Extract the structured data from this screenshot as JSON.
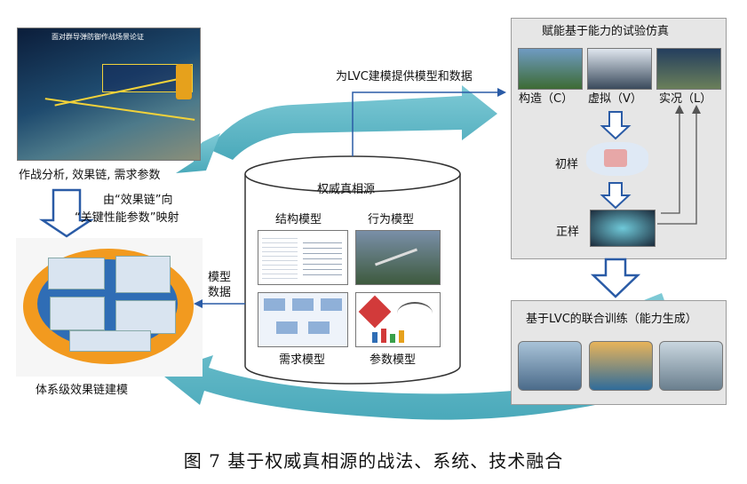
{
  "top_left": {
    "label": "作战分析, 效果链, 需求参数",
    "map_title": "面对群导弹防御作战场景论证"
  },
  "mapping_note": {
    "line1": "由“效果链”向",
    "line2": "“关键性能参数”映射"
  },
  "left_model": {
    "label": "体系级效果链建模"
  },
  "lvc_supply": {
    "label": "为LVC建模提供模型和数据"
  },
  "model_data_note": {
    "line1": "模型",
    "line2": "数据"
  },
  "authority_source": {
    "title": "权威真相源",
    "models": [
      {
        "label": "结构模型"
      },
      {
        "label": "行为模型"
      },
      {
        "label": "需求模型"
      },
      {
        "label": "参数模型"
      }
    ]
  },
  "capability_sim": {
    "title": "赋能基于能力的试验仿真",
    "types": [
      {
        "label": "构造（C）"
      },
      {
        "label": "虚拟（V）"
      },
      {
        "label": "实况（L）"
      }
    ],
    "stage1": "初样",
    "stage2": "正样"
  },
  "joint_training": {
    "title": "基于LVC的联合训练（能力生成）"
  },
  "caption": {
    "text": "图 7   基于权威真相源的战法、系统、技术融合"
  },
  "colors": {
    "cycle_arrow": "#5fb8c6",
    "ellipse_orange": "#f29a1f",
    "ellipse_blue": "#2f6db5",
    "panel_gray": "#e6e6e6"
  }
}
